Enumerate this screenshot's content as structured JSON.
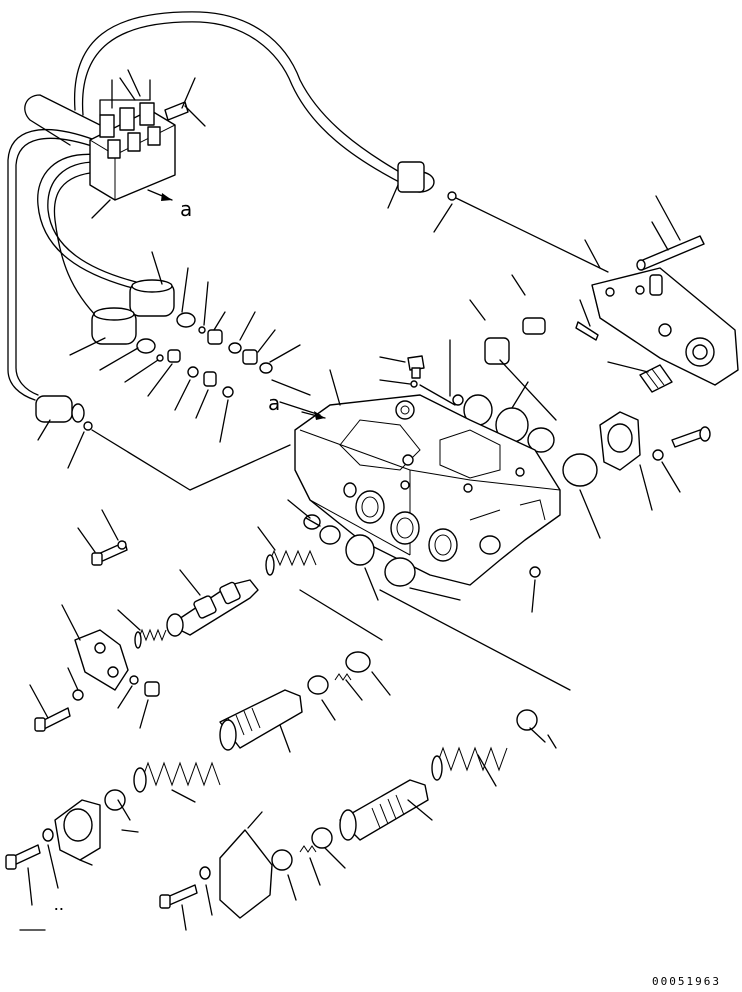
{
  "diagram": {
    "view_marks": [
      {
        "id": "arrow-a-upper",
        "label": "a"
      },
      {
        "id": "arrow-a-lower",
        "label": "a"
      }
    ],
    "reference_code": "00051963"
  }
}
